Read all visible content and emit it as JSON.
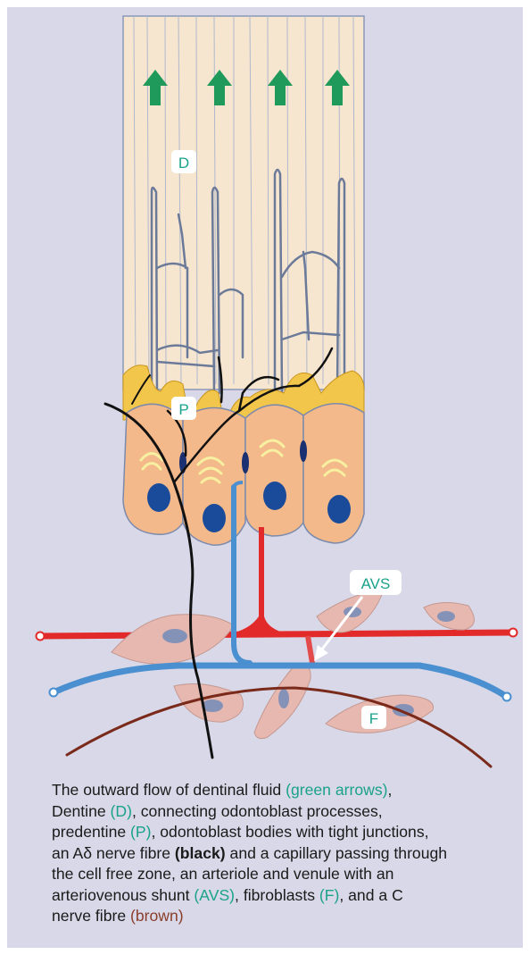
{
  "labels": {
    "dentine": "D",
    "predentine": "P",
    "shunt": "AVS",
    "fibroblast": "F"
  },
  "caption": {
    "s1": "The outward flow of dentinal fluid ",
    "s2": "(green arrows)",
    "s3": ",",
    "s4": "Dentine ",
    "s5": "(D)",
    "s6": ", connecting odontoblast processes,",
    "s7": "predentine ",
    "s8": "(P)",
    "s9": ", odontoblast bodies with tight junctions,",
    "s10": "an Aδ nerve fibre ",
    "s11": "(black)",
    "s12": " and a capillary passing through",
    "s13": "the cell free zone, an arteriole and venule with an",
    "s14": "arteriovenous shunt ",
    "s15": "(AVS)",
    "s16": ", fibroblasts ",
    "s17": "(F)",
    "s18": ", and a C",
    "s19": "nerve fibre ",
    "s20": "(brown)"
  },
  "colors": {
    "background": "#d8d8e8",
    "dentine": "#f7e6cf",
    "predentine": "#f2c64a",
    "odontoblast": "#f3b98a",
    "nucleus": "#1a4b9a",
    "arrow": "#1f9a5a",
    "arteriole": "#e32a2a",
    "venule": "#4a8fd0",
    "nerve_a_delta": "#111111",
    "nerve_c": "#7a2a1a",
    "fibroblast": "#e6b8b0",
    "label_teal": "#1aa28a"
  }
}
